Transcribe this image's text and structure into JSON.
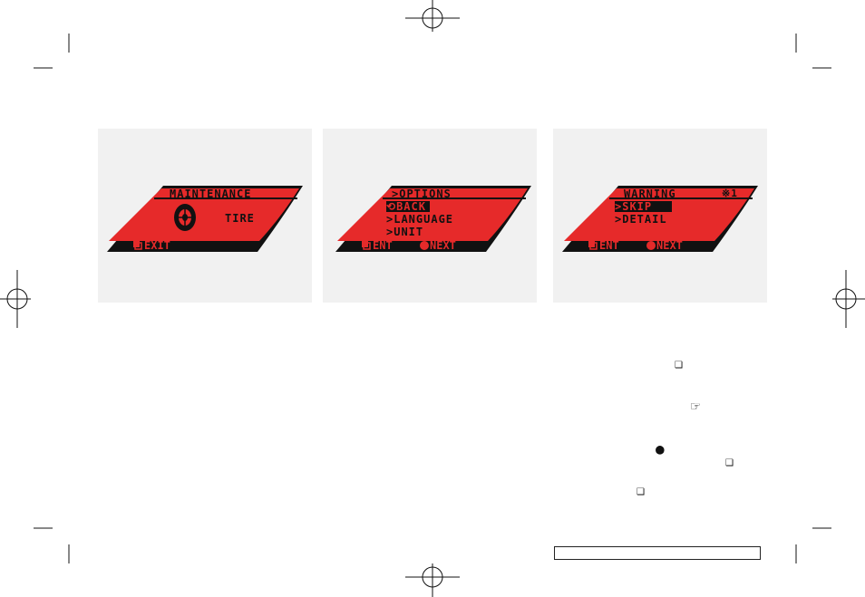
{
  "panels": [
    {
      "header": "MAINTENANCE",
      "items": [
        "TIRE"
      ],
      "footer": {
        "left": "EXIT",
        "right": ""
      },
      "icons": [
        "tire-icon",
        "enter-square-icon"
      ]
    },
    {
      "header": ">OPTIONS",
      "items": [
        "BACK",
        ">LANGUAGE",
        ">UNIT"
      ],
      "back_glyph": "⟲",
      "footer": {
        "left": "ENT",
        "right": "NEXT"
      },
      "icons": [
        "enter-square-icon",
        "next-dot-icon"
      ]
    },
    {
      "header": "WARNING",
      "header_badge": "※1",
      "items": [
        ">SKIP",
        ">DETAIL"
      ],
      "footer": {
        "left": "ENT",
        "right": "NEXT"
      },
      "icons": [
        "enter-square-icon",
        "next-dot-icon"
      ]
    }
  ],
  "colors": {
    "display_red": "#e62a2a",
    "display_black": "#111111",
    "panel_bg": "#f1f1f1"
  },
  "inline_glyphs": {
    "square_icon": "❏",
    "pointing_icon": "☞",
    "dot_icon": "●"
  }
}
